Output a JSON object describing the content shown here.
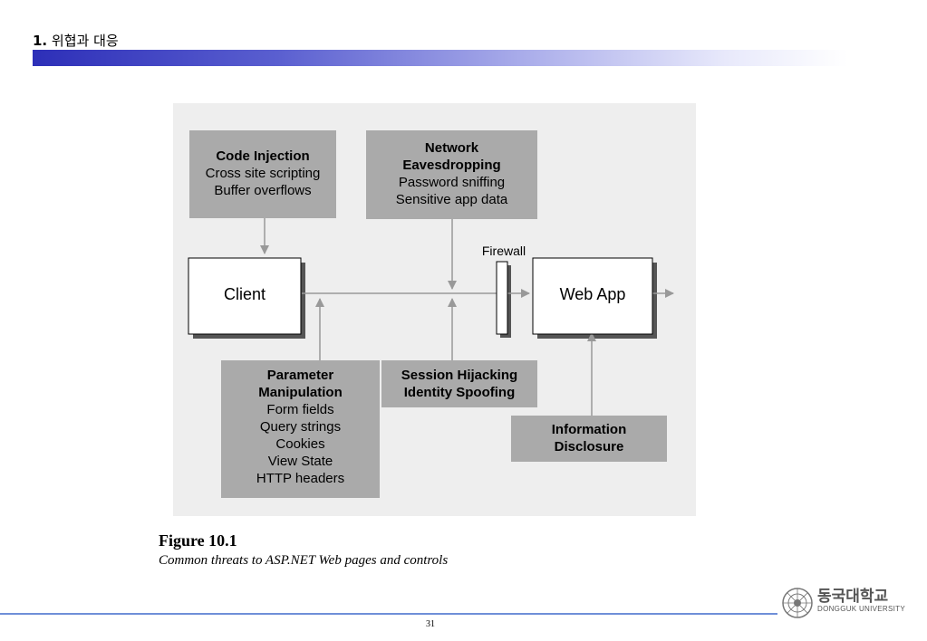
{
  "slide": {
    "title_number": "1.",
    "title_text": "위협과 대응",
    "page_number": "31"
  },
  "diagram": {
    "code_injection": {
      "title": "Code Injection",
      "lines": [
        "Cross site scripting",
        "Buffer overflows"
      ]
    },
    "network_eavesdropping": {
      "title_1": "Network",
      "title_2": "Eavesdropping",
      "lines": [
        "Password sniffing",
        "Sensitive app data"
      ]
    },
    "firewall_label": "Firewall",
    "client_label": "Client",
    "webapp_label": "Web App",
    "parameter_manipulation": {
      "title_1": "Parameter",
      "title_2": "Manipulation",
      "lines": [
        "Form fields",
        "Query strings",
        "Cookies",
        "View State",
        "HTTP headers"
      ]
    },
    "session_hijacking": {
      "title_1": "Session Hijacking",
      "title_2": "Identity Spoofing"
    },
    "information_disclosure": {
      "title_1": "Information",
      "title_2": "Disclosure"
    }
  },
  "caption": {
    "figure_number": "Figure 10.1",
    "description": "Common threats to ASP.NET Web pages and controls"
  },
  "logo": {
    "korean_name": "동국대학교",
    "english_name": "DONGGUK UNIVERSITY"
  },
  "colors": {
    "title_bar_start": "#2d2fb8",
    "panel_bg": "#eeeeee",
    "threat_box": "#aaaaaa",
    "footer_line": "#6f8fd8"
  }
}
